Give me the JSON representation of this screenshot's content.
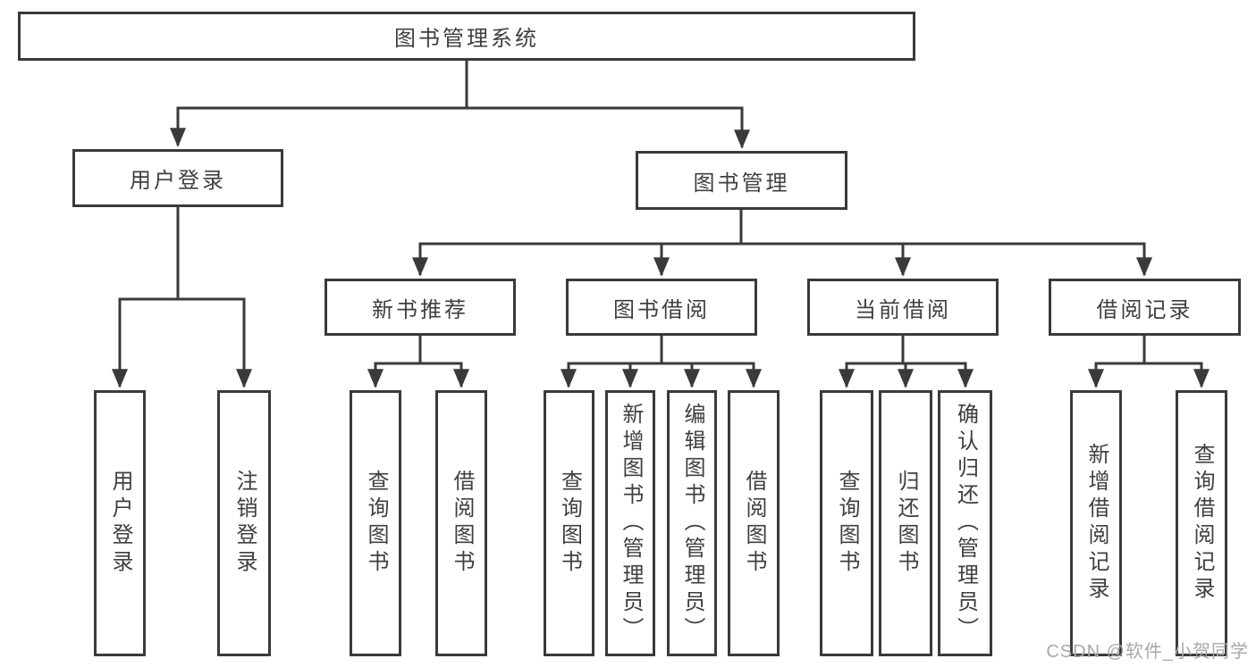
{
  "tree": {
    "label": "图书管理系统",
    "children": [
      {
        "label": "用户登录",
        "children": [
          {
            "label": "用户登录"
          },
          {
            "label": "注销登录"
          }
        ]
      },
      {
        "label": "图书管理",
        "children": [
          {
            "label": "新书推荐",
            "children": [
              {
                "label": "查询图书"
              },
              {
                "label": "借阅图书"
              }
            ]
          },
          {
            "label": "图书借阅",
            "children": [
              {
                "label": "查询图书"
              },
              {
                "label": "新增图书（管理员）"
              },
              {
                "label": "编辑图书（管理员）"
              },
              {
                "label": "借阅图书"
              }
            ]
          },
          {
            "label": "当前借阅",
            "children": [
              {
                "label": "查询图书"
              },
              {
                "label": "归还图书"
              },
              {
                "label": "确认归还（管理员）"
              }
            ]
          },
          {
            "label": "借阅记录",
            "children": [
              {
                "label": "新增借阅记录"
              },
              {
                "label": "查询借阅记录"
              }
            ]
          }
        ]
      }
    ]
  },
  "watermark": "CSDN @软件_小贺同学",
  "colors": {
    "line": "#3a3a3a",
    "text": "#3f3f3f",
    "watermark": "#a9a9ad",
    "background": "#ffffff"
  }
}
